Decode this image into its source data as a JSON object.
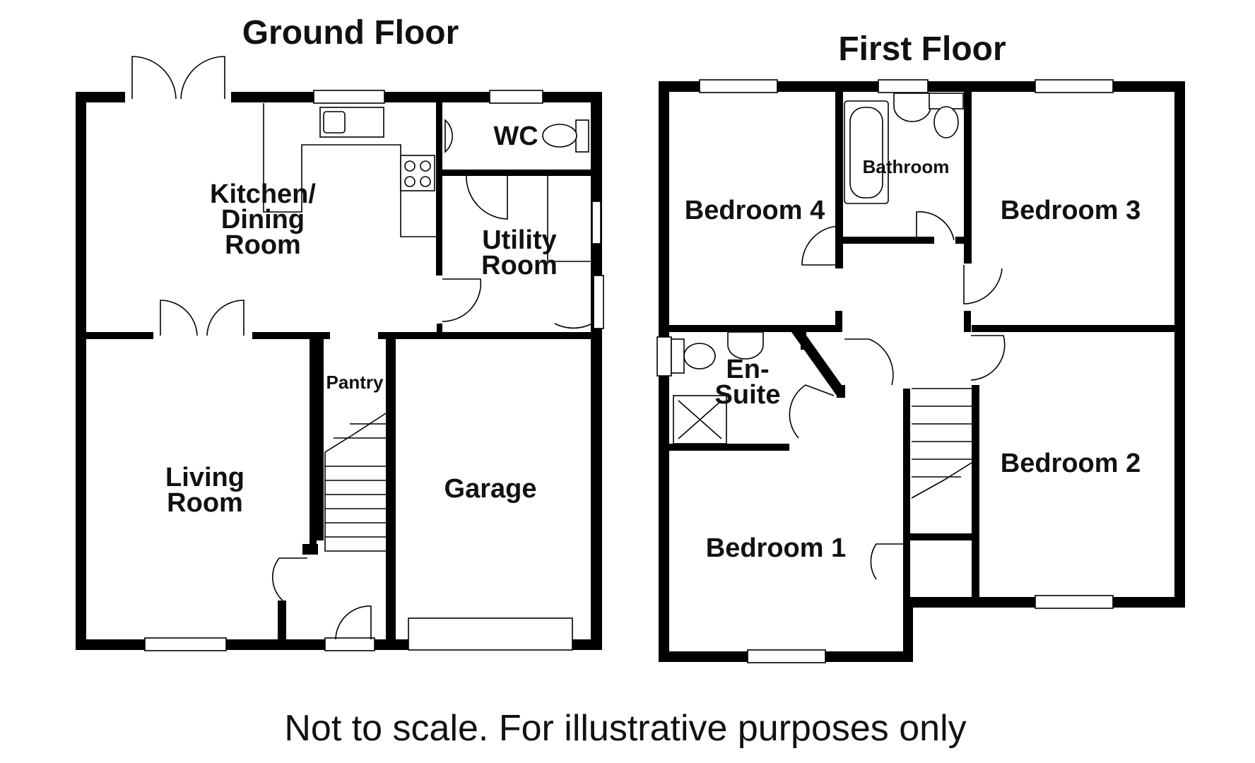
{
  "ground_floor": {
    "title": "Ground Floor",
    "rooms": {
      "kitchen": [
        "Kitchen/",
        "Dining",
        "Room"
      ],
      "wc": "WC",
      "utility": [
        "Utility",
        "Room"
      ],
      "pantry": "Pantry",
      "living": [
        "Living",
        "Room"
      ],
      "garage": "Garage"
    }
  },
  "first_floor": {
    "title": "First Floor",
    "rooms": {
      "bathroom": "Bathroom",
      "bedroom4": "Bedroom 4",
      "bedroom3": "Bedroom 3",
      "ensuite": [
        "En-",
        "Suite"
      ],
      "bedroom2": "Bedroom 2",
      "bedroom1": "Bedroom 1"
    }
  },
  "footer": {
    "note": "Not to scale. For illustrative purposes only"
  }
}
